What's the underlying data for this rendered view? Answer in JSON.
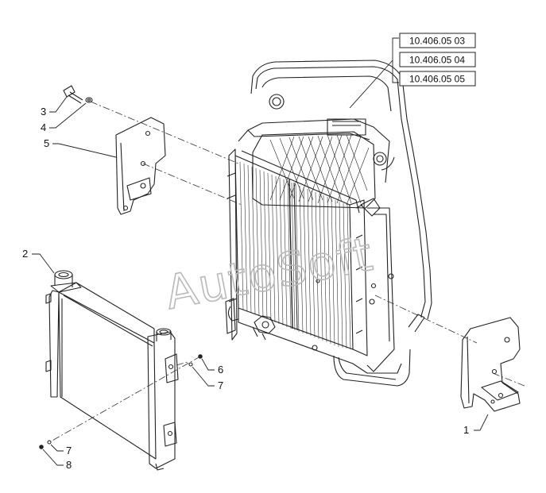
{
  "watermark": "AutoSoft",
  "references": [
    "10.406.05 03",
    "10.406.05 04",
    "10.406.05 05"
  ],
  "callouts": {
    "c1": "1",
    "c2": "2",
    "c3": "3",
    "c4": "4",
    "c5": "5",
    "c6": "6",
    "c7a": "7",
    "c7b": "7",
    "c8": "8"
  }
}
